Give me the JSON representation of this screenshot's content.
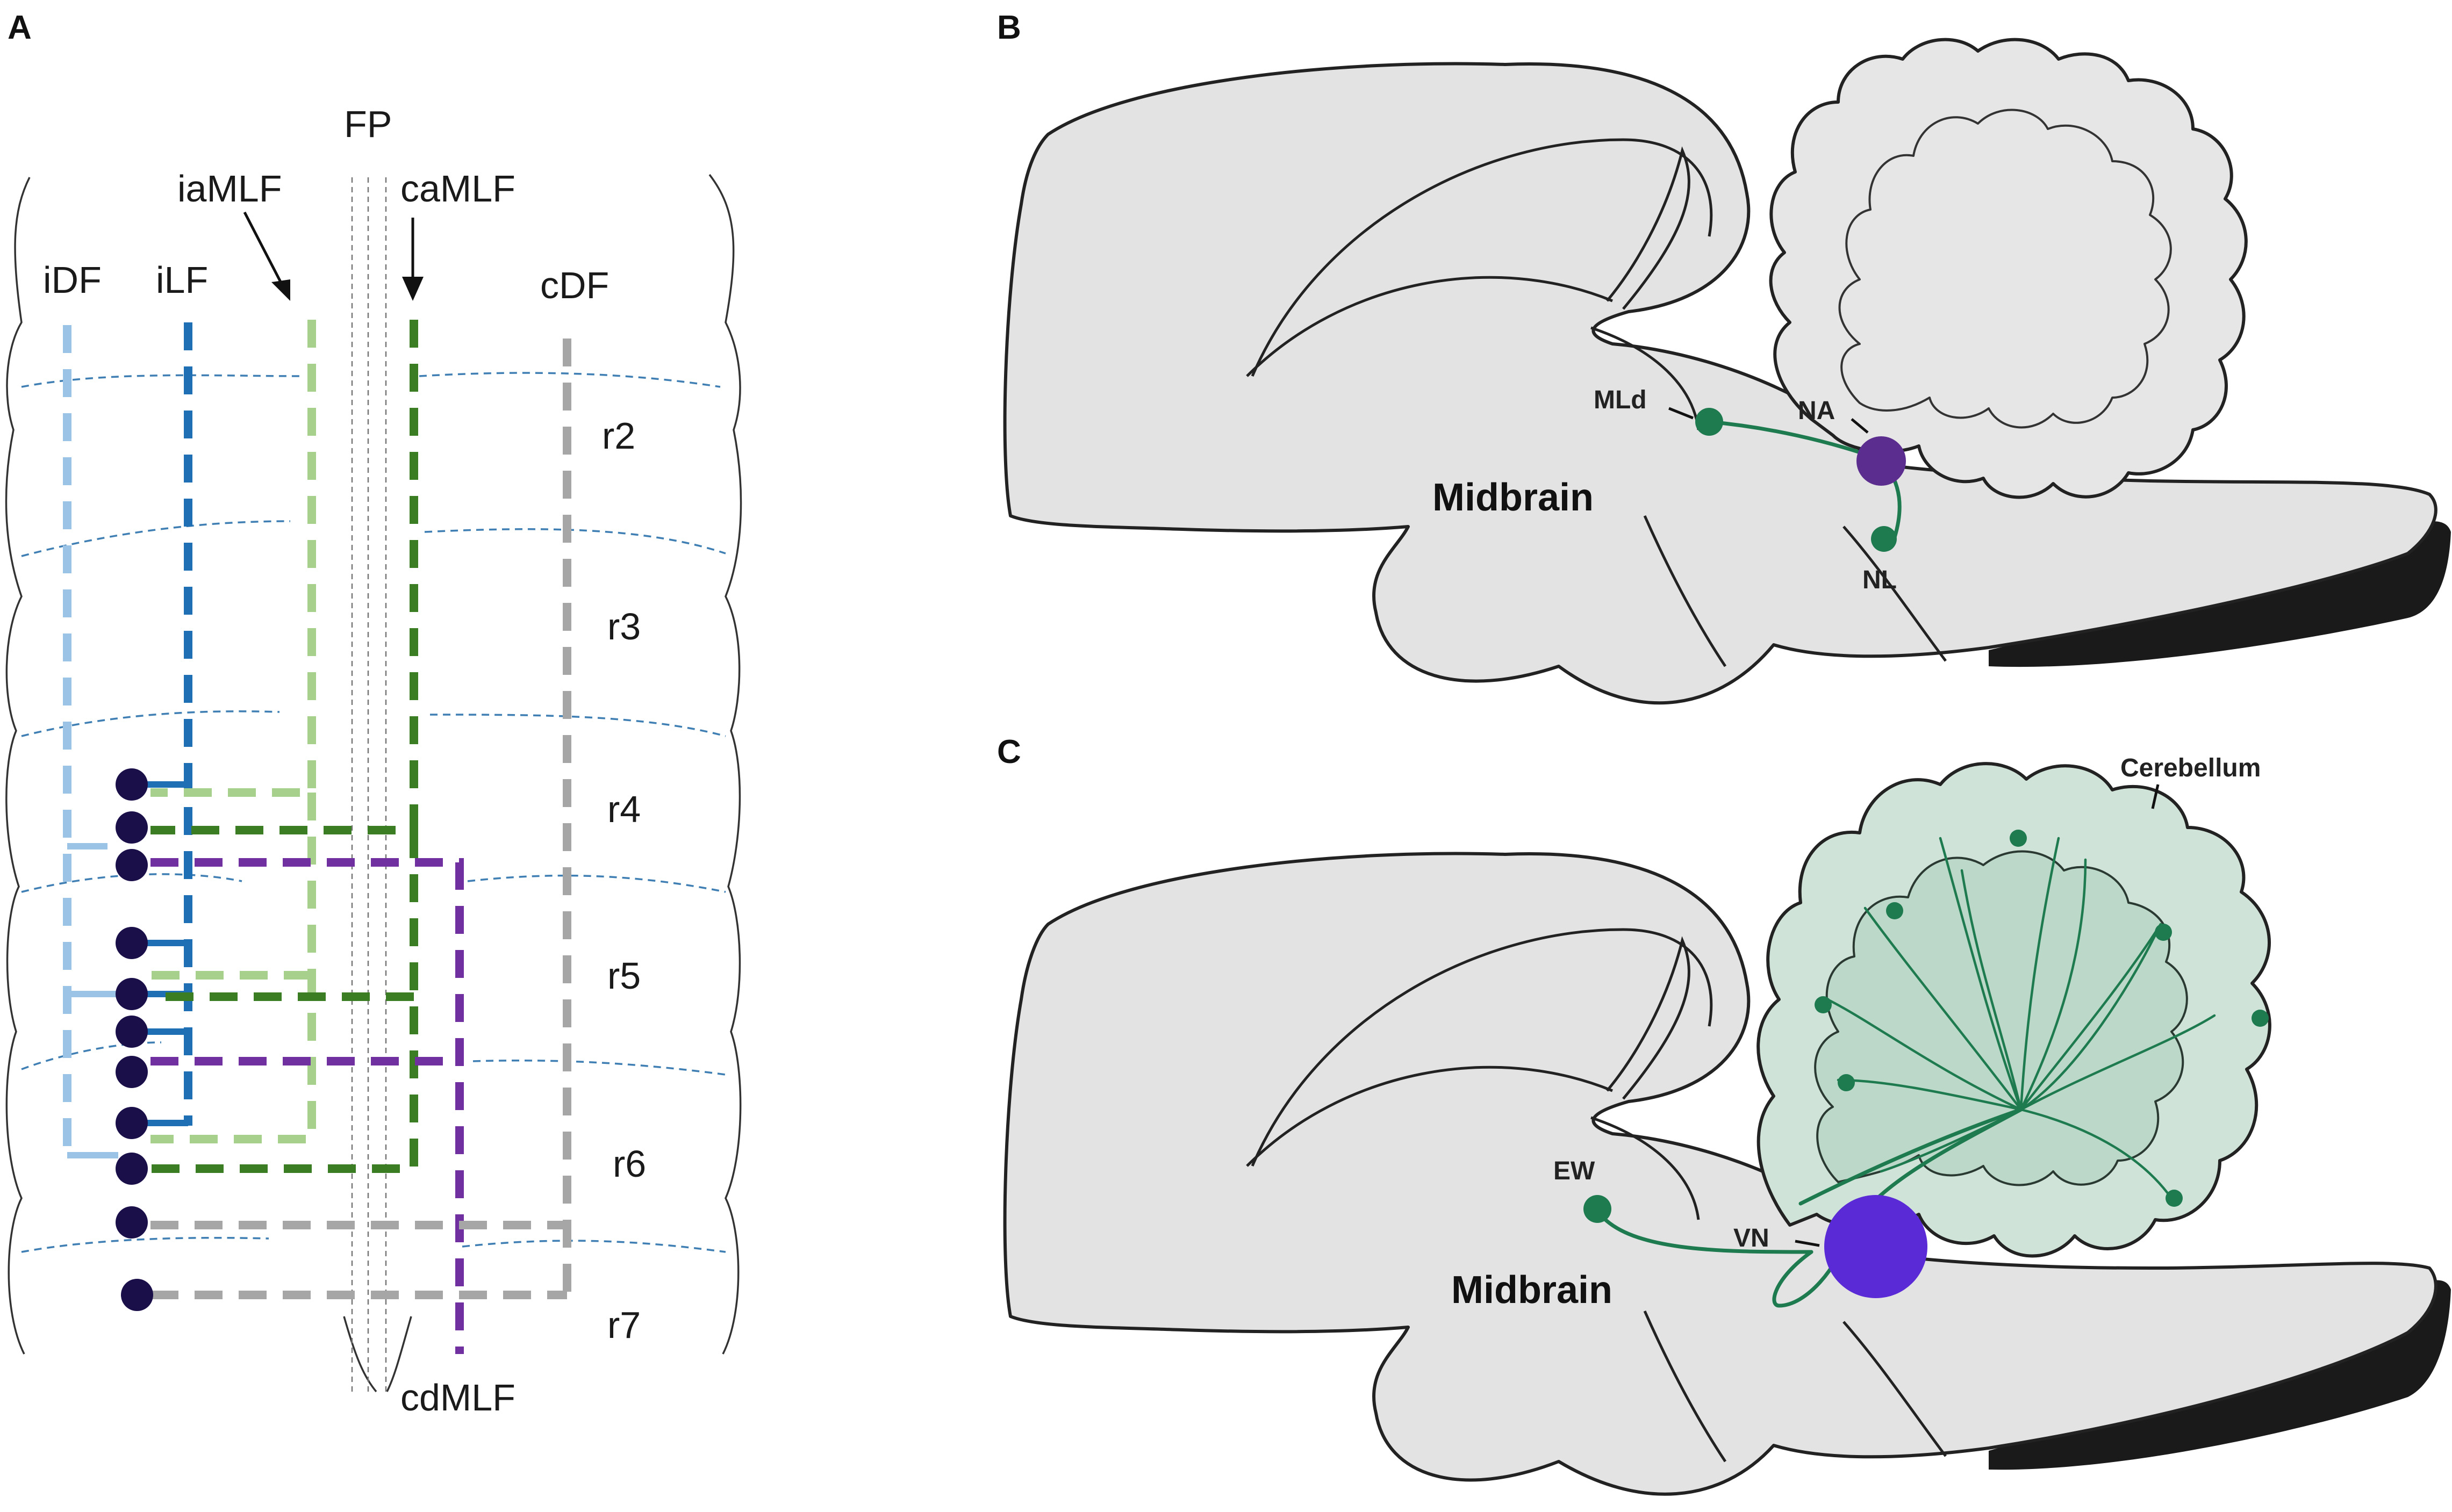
{
  "panels": {
    "a": {
      "letter": "A",
      "labels": {
        "fp": "FP",
        "iamlf": "iaMLF",
        "camlf": "caMLF",
        "idf": "iDF",
        "ilf": "iLF",
        "cdf": "cDF",
        "cdmlf": "cdMLF"
      },
      "rhombomeres": [
        "r2",
        "r3",
        "r4",
        "r5",
        "r6",
        "r7"
      ]
    },
    "b": {
      "letter": "B",
      "labels": {
        "mld": "MLd",
        "na": "NA",
        "nl": "NL",
        "midbrain": "Midbrain"
      }
    },
    "c": {
      "letter": "C",
      "labels": {
        "cerebellum": "Cerebellum",
        "ew": "EW",
        "vn": "VN",
        "midbrain": "Midbrain"
      }
    }
  },
  "colors": {
    "idf": "#9ac3e6",
    "ilf": "#1f6fb5",
    "iamlf": "#a8d08d",
    "camlf": "#3a7d23",
    "cdmlf": "#7030a0",
    "cdf": "#a6a6a6",
    "soma_a": "#1b0f4a",
    "soma_na": "#5b2d8e",
    "soma_vn": "#5a2ad6",
    "tract_green": "#1e7a4f",
    "brain_fill": "#e3e3e3",
    "cerebellum_green": "#cfe3d8"
  }
}
